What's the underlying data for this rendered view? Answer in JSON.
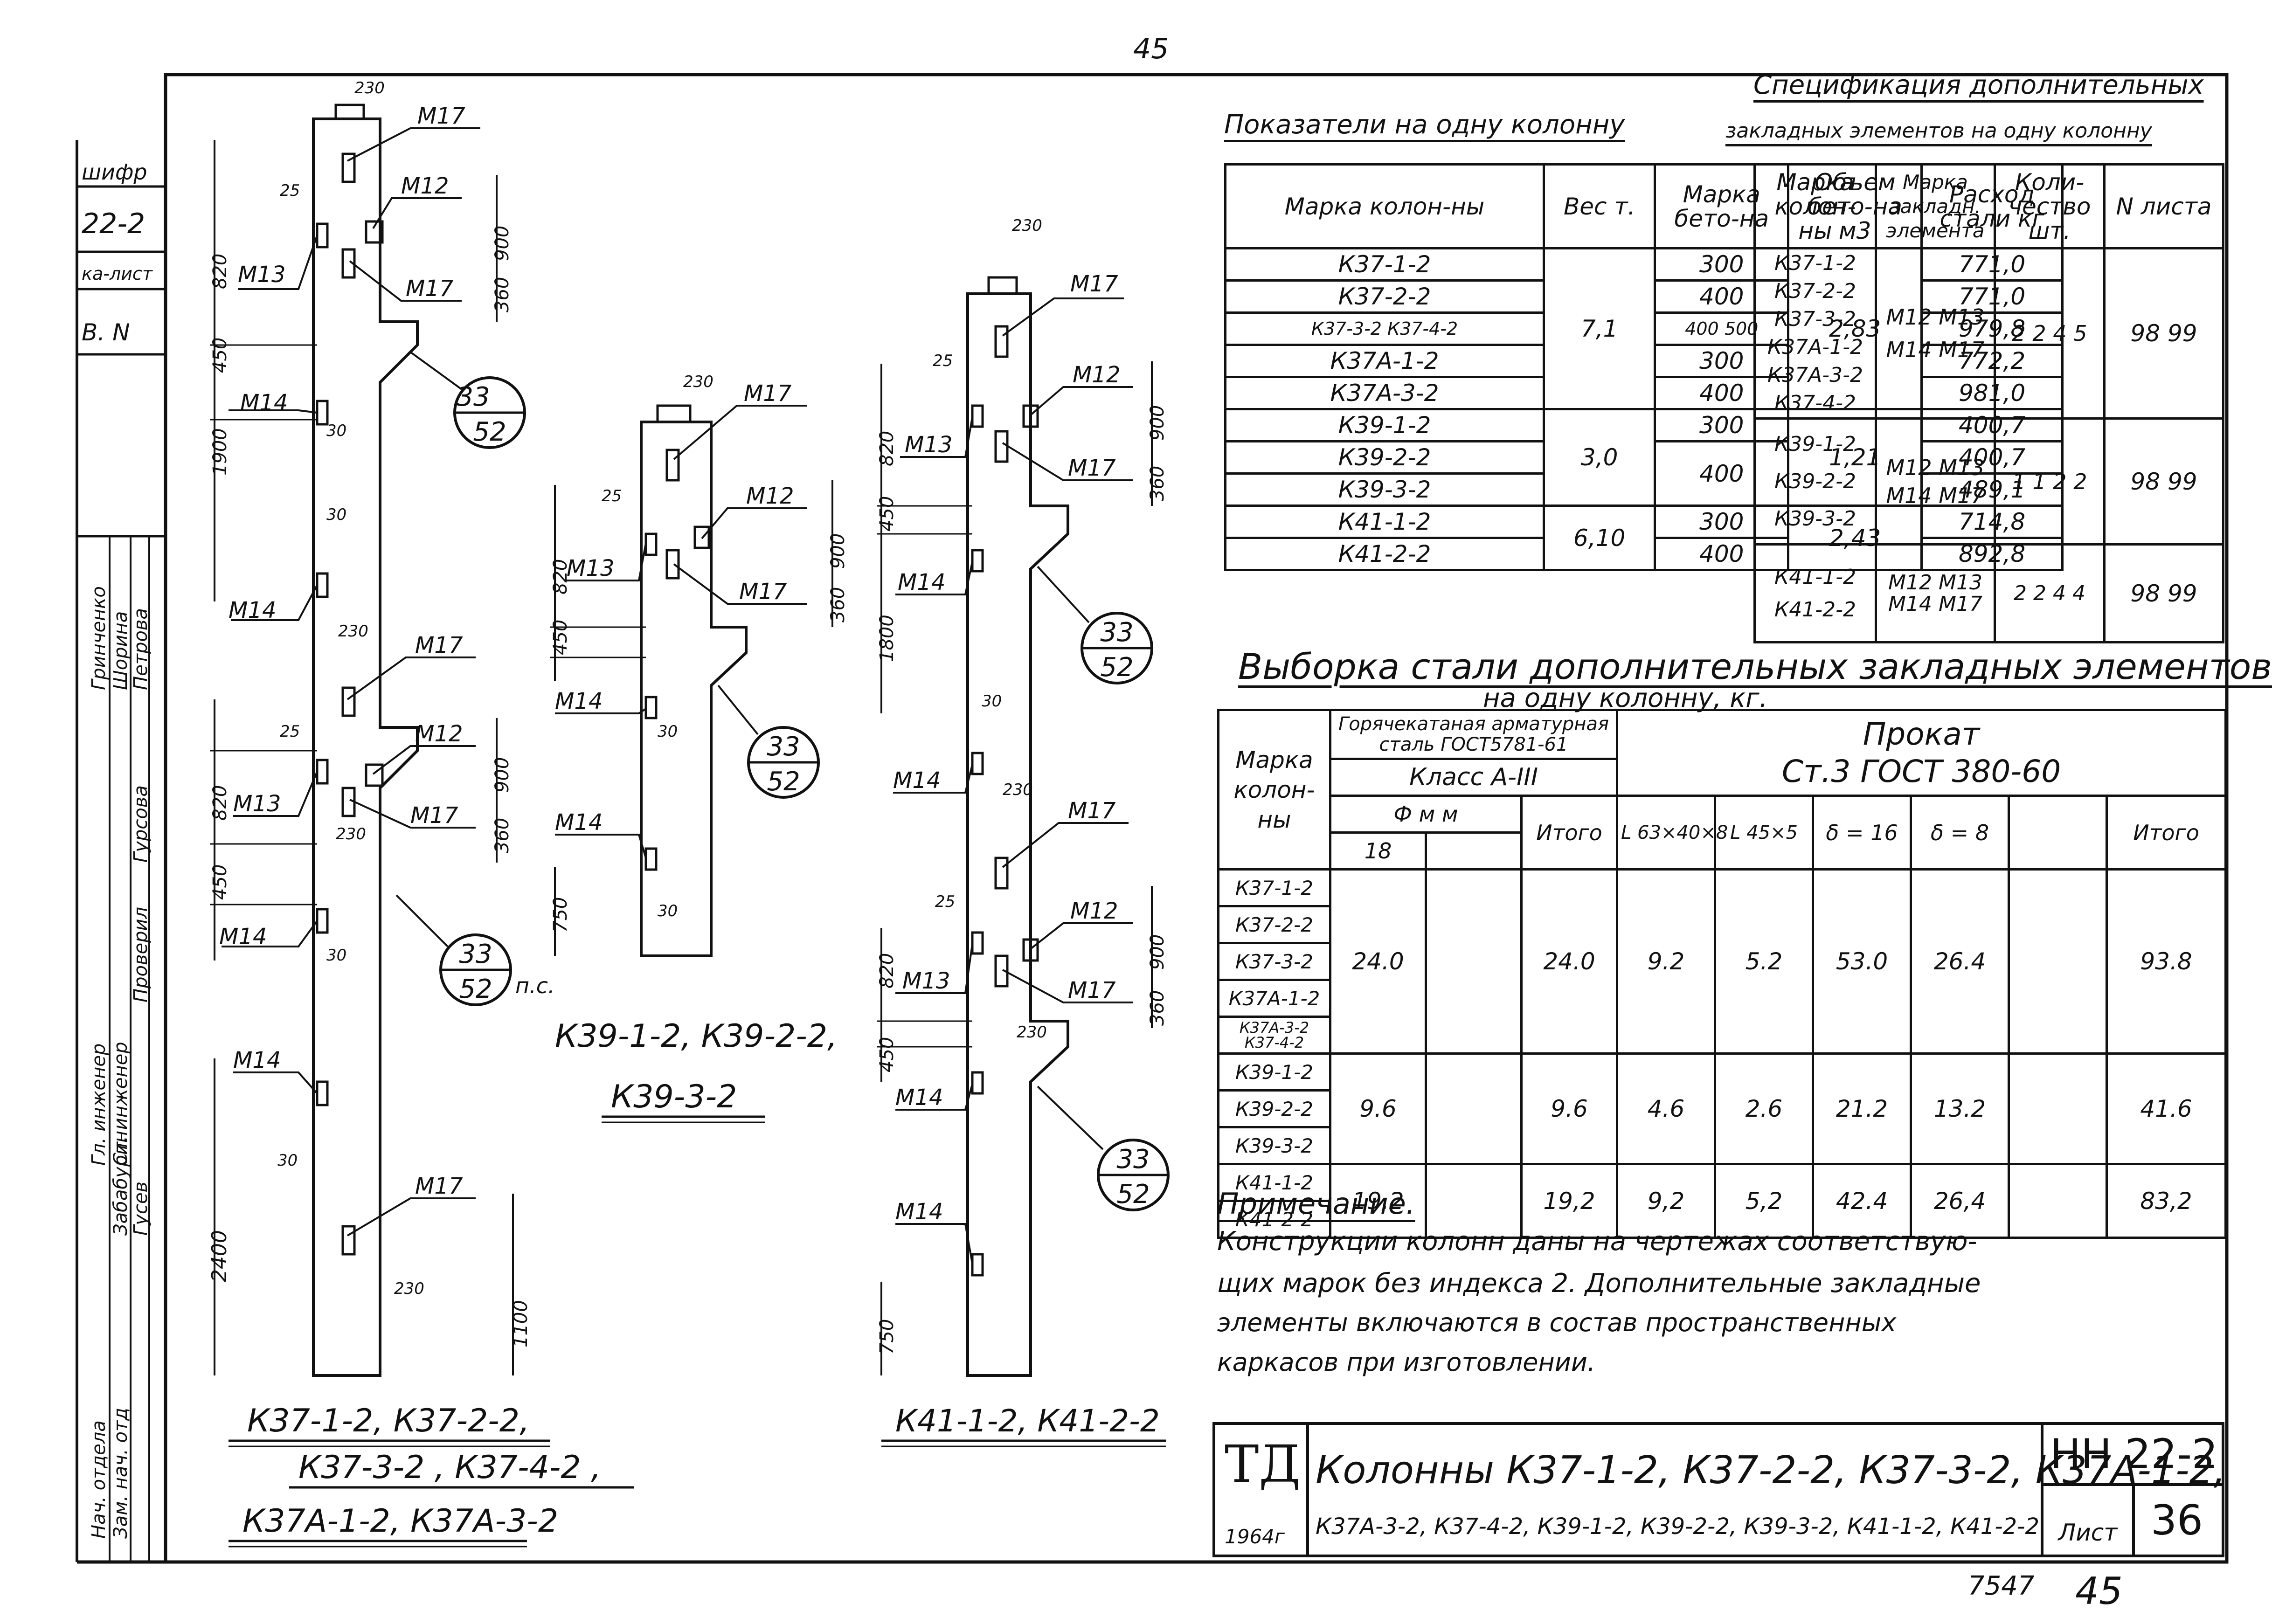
{
  "page_number": "45",
  "side_stamp": {
    "code_label": "шифр",
    "code": "22-2",
    "sheet_label": "ка-лист",
    "inv_label": "В. N",
    "roles": [
      "Нач. отдела",
      "Зам. нач. отд",
      "Гл. инженер",
      "Ст. инженер",
      "Проверил"
    ],
    "names": [
      "Забабурин",
      "Гусев",
      "Гринченко",
      "Шорина",
      "Петрова",
      "Гурсова"
    ]
  },
  "diagrams": {
    "k37": {
      "caption_lines": [
        "К37-1-2, К37-2-2,",
        "К37-3-2 , К37-4-2 ,",
        "К37А-1-2, К37А-3-2"
      ],
      "dims": [
        "230",
        "25",
        "900",
        "360",
        "820",
        "450",
        "1900",
        "30",
        "30",
        "230",
        "25",
        "900",
        "820",
        "230",
        "360",
        "450",
        "30",
        "30",
        "2400",
        "230",
        "1100"
      ],
      "labels": [
        "М17",
        "М12",
        "М13",
        "М17",
        "М14",
        "М14",
        "М17",
        "М12",
        "М13",
        "М17",
        "М14",
        "М14",
        "М17"
      ],
      "callouts": [
        {
          "top": "33",
          "bottom": "52"
        },
        {
          "top": "33",
          "bottom": "52"
        }
      ],
      "note_pc": "п.с."
    },
    "k39": {
      "caption_lines": [
        "К39-1-2, К39-2-2,",
        "К39-3-2"
      ],
      "dims": [
        "230",
        "25",
        "900",
        "360",
        "820",
        "450",
        "30",
        "30",
        "750"
      ],
      "labels": [
        "М17",
        "М12",
        "М13",
        "М17",
        "М14",
        "М14"
      ],
      "callout": {
        "top": "33",
        "bottom": "52"
      }
    },
    "k41": {
      "caption_lines": [
        "К41-1-2, К41-2-2"
      ],
      "dims": [
        "230",
        "25",
        "900",
        "360",
        "820",
        "450",
        "1800",
        "30",
        "230",
        "25",
        "900",
        "820",
        "360",
        "230",
        "450",
        "750"
      ],
      "labels": [
        "М17",
        "М12",
        "М13",
        "М17",
        "М14",
        "М14",
        "М17",
        "М12",
        "М13",
        "М17",
        "М14",
        "М14"
      ],
      "callouts": [
        {
          "top": "33",
          "bottom": "52"
        },
        {
          "top": "33",
          "bottom": "52"
        }
      ]
    }
  },
  "indicators": {
    "title": "Показатели на одну колонну",
    "headers": [
      "Марка колон-ны",
      "Вес т.",
      "Марка бето-на",
      "Объем бето-на м3",
      "Расход стали кг"
    ],
    "rows": [
      {
        "mark": "К37-1-2",
        "beton": "300",
        "steel": "771,0"
      },
      {
        "mark": "К37-2-2",
        "beton": "400",
        "steel": "771,0"
      },
      {
        "mark": "К37-3-2 К37-4-2",
        "beton": "400 500",
        "steel": "979,8"
      },
      {
        "mark": "К37А-1-2",
        "beton": "300",
        "steel": "772,2"
      },
      {
        "mark": "К37А-3-2",
        "beton": "400",
        "steel": "981,0"
      },
      {
        "mark": "К39-1-2",
        "beton": "300",
        "steel": "400,7"
      },
      {
        "mark": "К39-2-2",
        "beton": "400",
        "steel": "400,7"
      },
      {
        "mark": "К39-3-2",
        "beton": "",
        "steel": "489,1"
      },
      {
        "mark": "К41-1-2",
        "beton": "300",
        "steel": "714,8"
      },
      {
        "mark": "К41-2-2",
        "beton": "400",
        "steel": "892,8"
      }
    ],
    "weights": [
      "7,1",
      "3,0",
      "6,10"
    ],
    "volumes": [
      "2,83",
      "1,21",
      "2,43"
    ]
  },
  "spec": {
    "title_line1": "Спецификация дополнительных",
    "title_line2": "закладных элементов на одну колонну",
    "headers": [
      "Марка колон-ны",
      "Марка закладн. элемента",
      "Коли-чество шт.",
      "N листа"
    ],
    "groups": [
      {
        "marks": "К37-1-2 К37-2-2 К37-3-2 К37А-1-2 К37А-3-2 К37-4-2",
        "elements": "М12 М13 М14 М17",
        "qty": "2 2 4 5",
        "sheets": "98 99"
      },
      {
        "marks": "К39-1-2 К39-2-2 К39-3-2",
        "elements": "М12 М13 М14 М17",
        "qty": "1 1 2 2",
        "sheets": "98 99"
      },
      {
        "marks": "К41-1-2 К41-2-2",
        "elements": "М12 М13 М14 М17",
        "qty": "2 2 4 4",
        "sheets": "98 99"
      }
    ]
  },
  "steel": {
    "title_line1": "Выборка стали дополнительных закладных элементов",
    "title_line2": "на одну колонну, кг.",
    "h_mark": "Марка колон-ны",
    "h_rebar": "Горячекатаная арматурная сталь ГОСТ5781-61",
    "h_class": "Класс А-III",
    "h_diam": "Ф м м",
    "h_18": "18",
    "h_total": "Итого",
    "h_prokat": "Прокат",
    "h_gost": "Ст.3   ГОСТ 380-60",
    "h_cols": [
      "L 63×40×8",
      "L 45×5",
      "δ = 16",
      "δ = 8",
      "",
      "Итого"
    ],
    "groups": [
      {
        "marks": [
          "К37-1-2",
          "К37-2-2",
          "К37-3-2",
          "К37А-1-2",
          "К37А-3-2 К37-4-2"
        ],
        "d18": "24.0",
        "tot1": "24.0",
        "c1": "9.2",
        "c2": "5.2",
        "c3": "53.0",
        "c4": "26.4",
        "tot": "93.8"
      },
      {
        "marks": [
          "К39-1-2",
          "К39-2-2",
          "К39-3-2"
        ],
        "d18": "9.6",
        "tot1": "9.6",
        "c1": "4.6",
        "c2": "2.6",
        "c3": "21.2",
        "c4": "13.2",
        "tot": "41.6"
      },
      {
        "marks": [
          "К41-1-2",
          "К41-2-2"
        ],
        "d18": "19.2",
        "tot1": "19,2",
        "c1": "9,2",
        "c2": "5,2",
        "c3": "42.4",
        "c4": "26,4",
        "tot": "83,2"
      }
    ]
  },
  "note": {
    "heading": "Примечание.",
    "lines": [
      "Конструкции колонн даны на чертежах соответствую-",
      "щих марок без индекса 2. Дополнительные закладные",
      "элементы включаются в состав пространственных",
      "каркасов при изготовлении."
    ]
  },
  "stamp": {
    "logo": "ТД",
    "year": "1964г",
    "line1": "Колонны К37-1-2, К37-2-2, К37-3-2, К37А-1-2,",
    "line2": "К37А-3-2, К37-4-2, К39-1-2, К39-2-2, К39-3-2, К41-1-2, К41-2-2",
    "code": "НН 22-2",
    "sheet_label": "Лист",
    "sheet_no": "36"
  },
  "bottom_numbers": [
    "7547",
    "45"
  ]
}
